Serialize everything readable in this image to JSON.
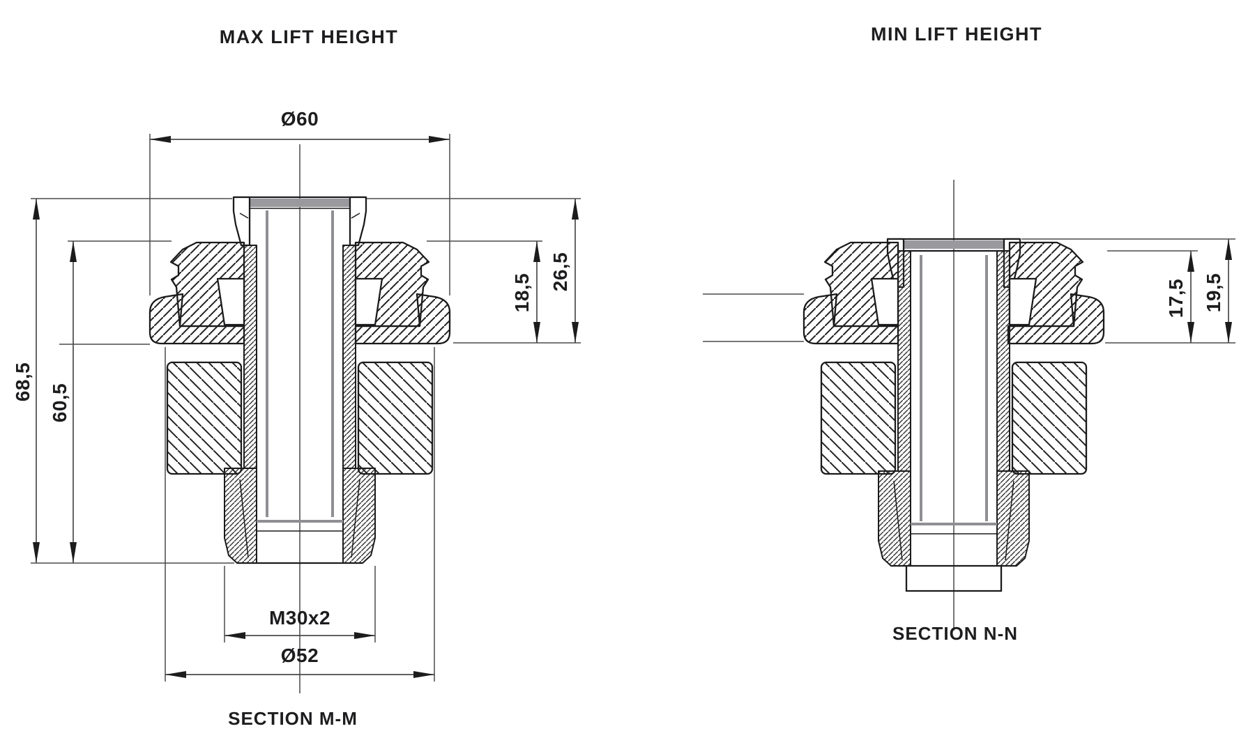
{
  "drawing": {
    "background": "#ffffff",
    "ink_color": "#1d1d1f",
    "accent_gray": "#8f8f93",
    "left_view": {
      "title": "MAX LIFT HEIGHT",
      "section_label": "SECTION M-M",
      "dims": {
        "top_diameter": "Ø60",
        "overall_height": "68,5",
        "body_height": "60,5",
        "rim_height": "18,5",
        "cap_height": "26,5",
        "thread_spec": "M30x2",
        "flange_diameter": "Ø52"
      }
    },
    "right_view": {
      "title": "MIN LIFT HEIGHT",
      "section_label": "SECTION N-N",
      "dims": {
        "rim_height": "17,5",
        "cap_height": "19,5"
      }
    }
  }
}
